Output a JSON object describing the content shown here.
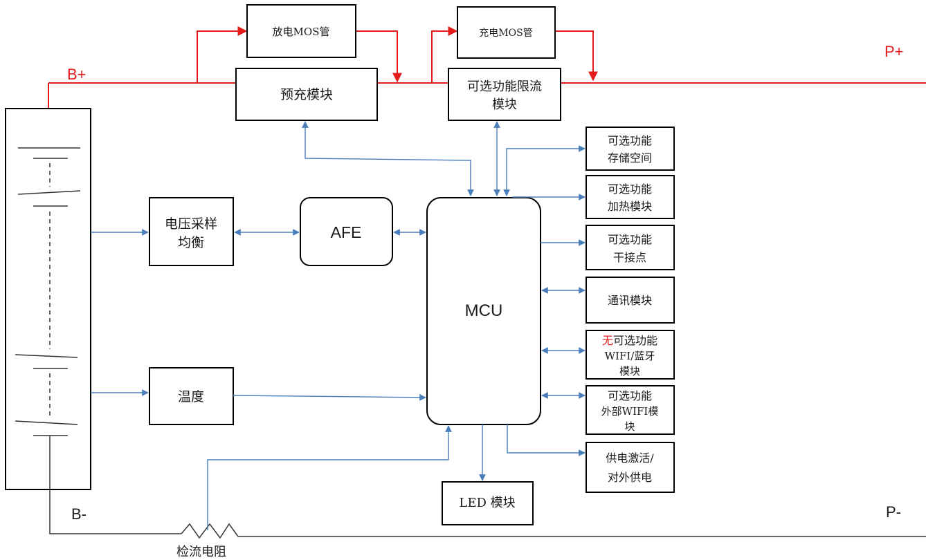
{
  "terminals": {
    "b_plus": "B+",
    "b_minus": "B-",
    "p_plus": "P+",
    "p_minus": "P-"
  },
  "blocks": {
    "discharge_mos": "放电MOS管",
    "charge_mos": "充电MOS管",
    "precharge": "预充模块",
    "current_limit": [
      "可选功能限流",
      "模块"
    ],
    "voltage_sampling": [
      "电压采样",
      "均衡"
    ],
    "afe": "AFE",
    "mcu": "MCU",
    "temperature": "温度",
    "led": "LED 模块",
    "storage": [
      "可选功能",
      "存储空间"
    ],
    "heating": [
      "可选功能",
      "加热模块"
    ],
    "dry_contact": [
      "可选功能",
      "干接点"
    ],
    "comm": "通讯模块",
    "wifi_bt_prefix": "无",
    "wifi_bt": [
      "可选功能",
      "WIFI/蓝牙",
      "模块"
    ],
    "ext_wifi": [
      "可选功能",
      "外部WIFI模",
      "块"
    ],
    "power": [
      "供电激活/",
      "对外供电"
    ]
  },
  "shunt_label": "检流电阻",
  "colors": {
    "power_line": "#e31b1b",
    "signal_line": "#4a7ebb",
    "ground_line": "#333333"
  }
}
